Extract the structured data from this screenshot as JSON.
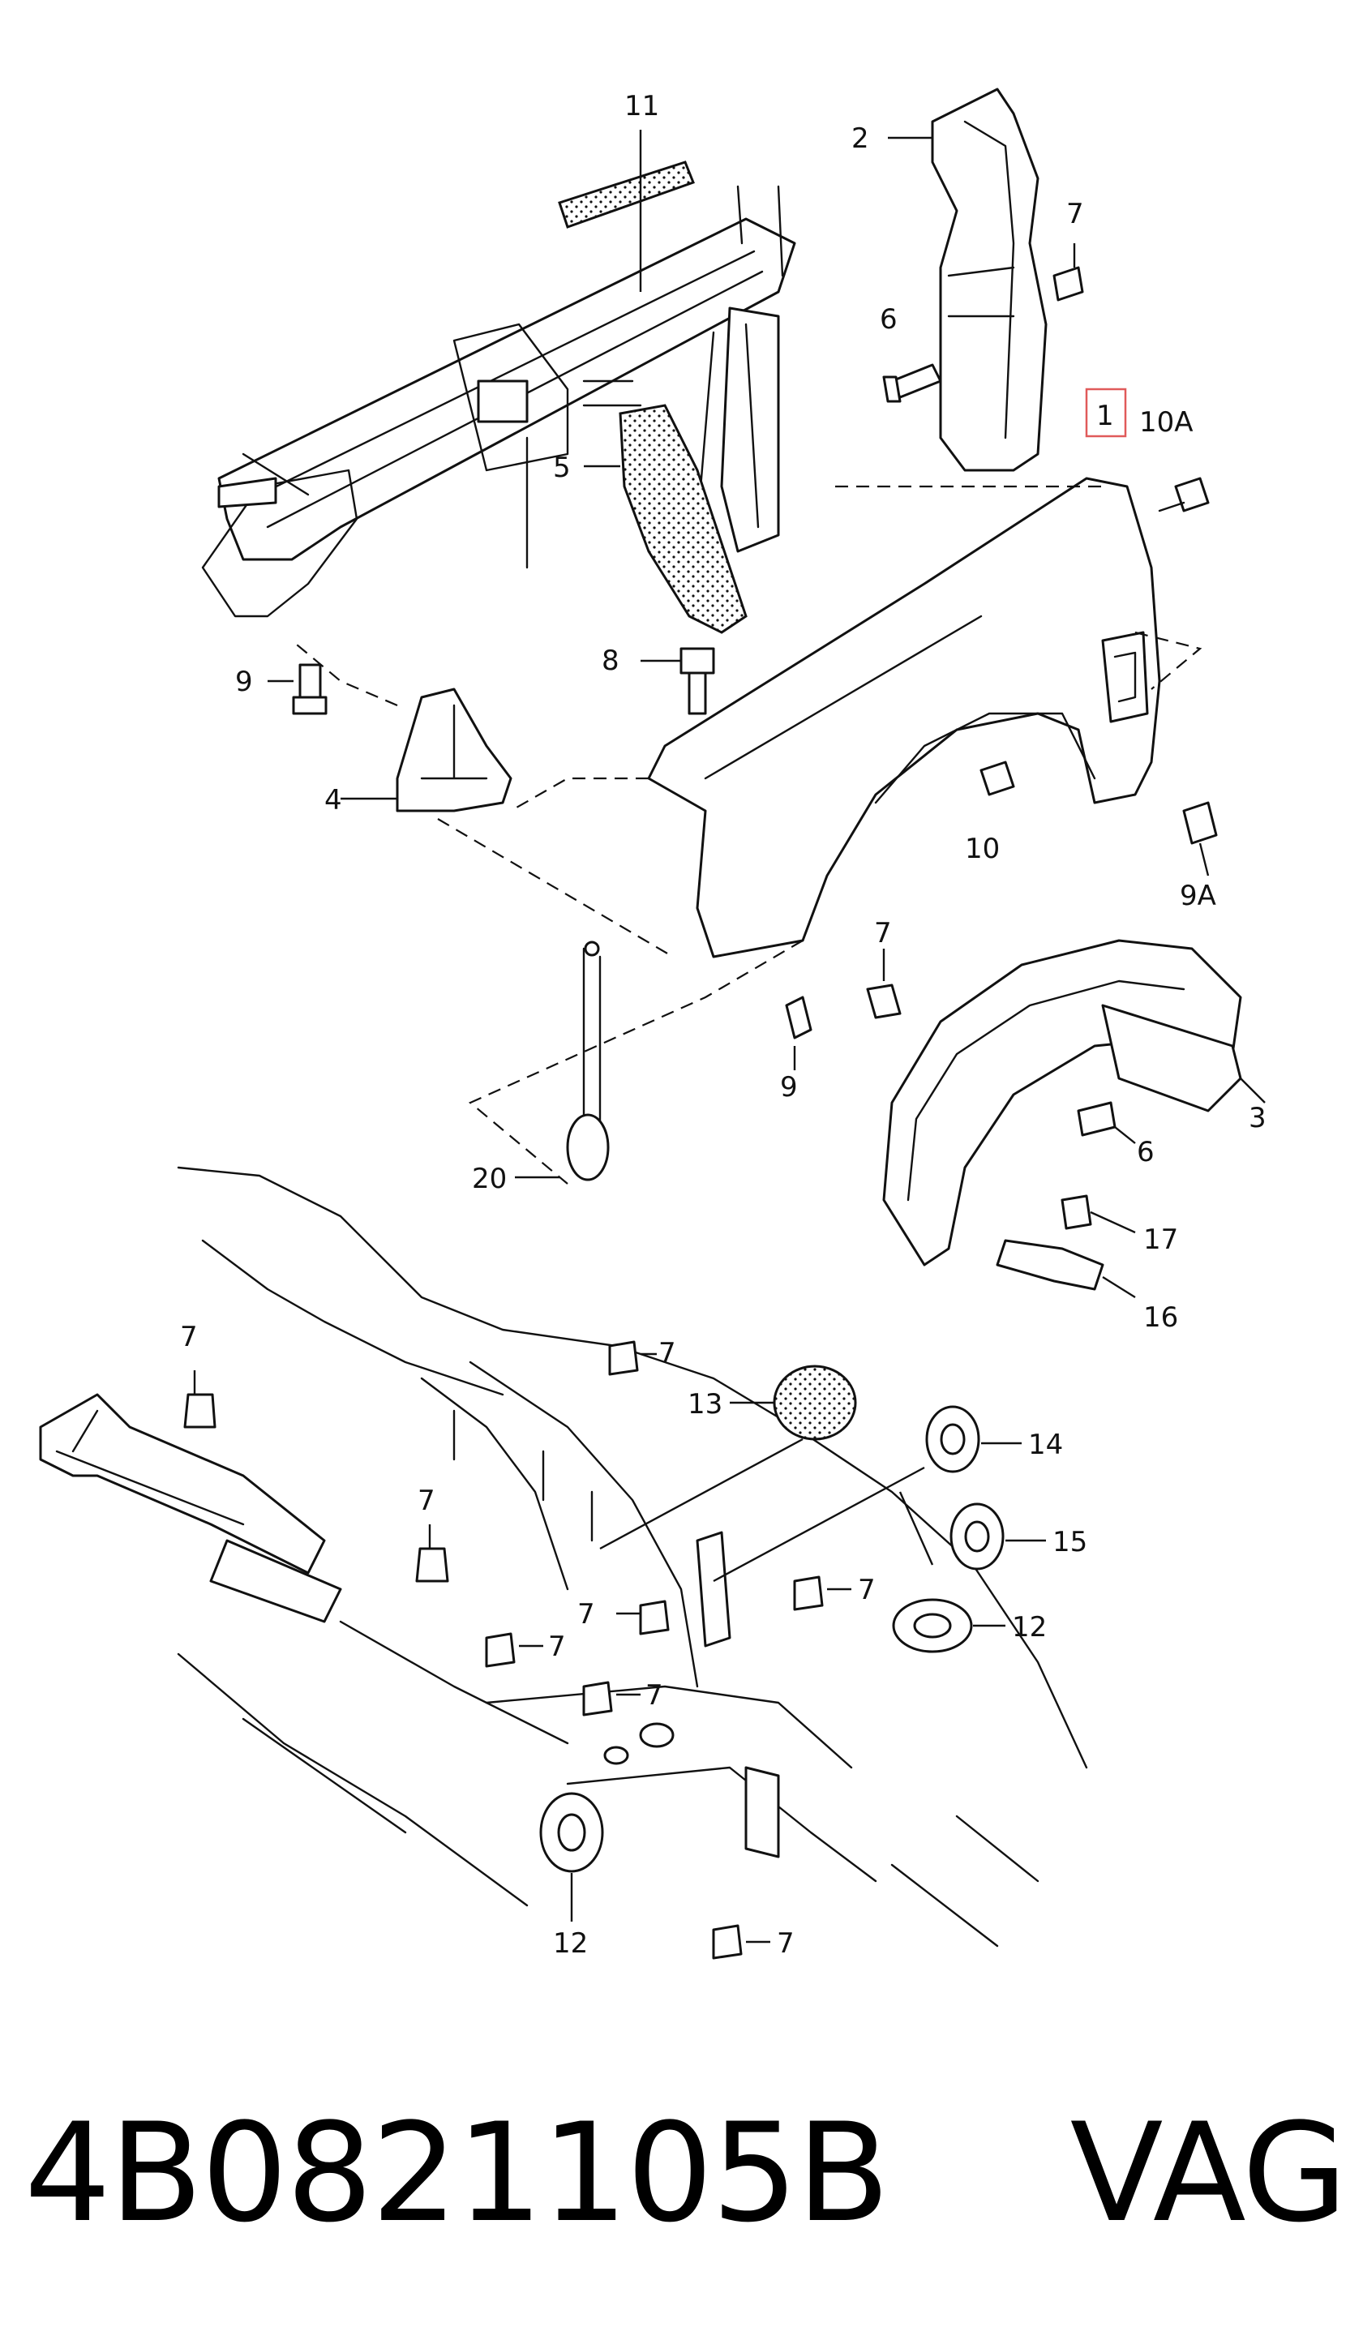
{
  "diagram": {
    "callouts": [
      {
        "id": "11",
        "label": "11"
      },
      {
        "id": "2",
        "label": "2"
      },
      {
        "id": "7a",
        "label": "7"
      },
      {
        "id": "6a",
        "label": "6"
      },
      {
        "id": "1",
        "label": "1"
      },
      {
        "id": "10A",
        "label": "10A"
      },
      {
        "id": "5",
        "label": "5"
      },
      {
        "id": "8",
        "label": "8"
      },
      {
        "id": "9a",
        "label": "9"
      },
      {
        "id": "4",
        "label": "4"
      },
      {
        "id": "10",
        "label": "10"
      },
      {
        "id": "9A",
        "label": "9A"
      },
      {
        "id": "7b",
        "label": "7"
      },
      {
        "id": "9b",
        "label": "9"
      },
      {
        "id": "3",
        "label": "3"
      },
      {
        "id": "6b",
        "label": "6"
      },
      {
        "id": "20",
        "label": "20"
      },
      {
        "id": "17",
        "label": "17"
      },
      {
        "id": "16",
        "label": "16"
      },
      {
        "id": "7c",
        "label": "7"
      },
      {
        "id": "7d",
        "label": "7"
      },
      {
        "id": "13",
        "label": "13"
      },
      {
        "id": "14",
        "label": "14"
      },
      {
        "id": "7e",
        "label": "7"
      },
      {
        "id": "15",
        "label": "15"
      },
      {
        "id": "7f",
        "label": "7"
      },
      {
        "id": "7g",
        "label": "7"
      },
      {
        "id": "12a",
        "label": "12"
      },
      {
        "id": "7h",
        "label": "7"
      },
      {
        "id": "7i",
        "label": "7"
      },
      {
        "id": "12b",
        "label": "12"
      },
      {
        "id": "7j",
        "label": "7"
      }
    ],
    "highlighted_callout": "1",
    "highlight_color": "#e05a5a"
  },
  "footer": {
    "part_number": "4B0821105B",
    "brand": "VAG"
  }
}
